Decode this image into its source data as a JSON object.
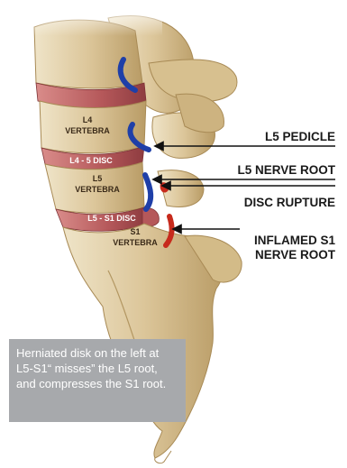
{
  "vertebra_labels": {
    "l4_line1": "L4",
    "l4_line2": "VERTEBRA",
    "disc_l4l5": "L4 - 5 DISC",
    "l5_line1": "L5",
    "l5_line2": "VERTEBRA",
    "disc_l5s1": "L5 - S1 DISC",
    "s1_line1": "S1",
    "s1_line2": "VERTEBRA"
  },
  "callouts": {
    "l5_pedicle": "L5 PEDICLE",
    "l5_nerve_root": "L5 NERVE ROOT",
    "disc_rupture": "DISC RUPTURE",
    "inflamed_s1_line1": "INFLAMED S1",
    "inflamed_s1_line2": "NERVE ROOT"
  },
  "caption": {
    "text": "Herniated disk on the left at L5-S1“ misses” the L5 root, and compresses the S1 root."
  },
  "colors": {
    "bone": "#d9c59a",
    "disc": "#b5585a",
    "nerve_blue": "#1f3fa8",
    "nerve_red": "#c72a1c",
    "caption_bg": "#a7a9ac"
  }
}
